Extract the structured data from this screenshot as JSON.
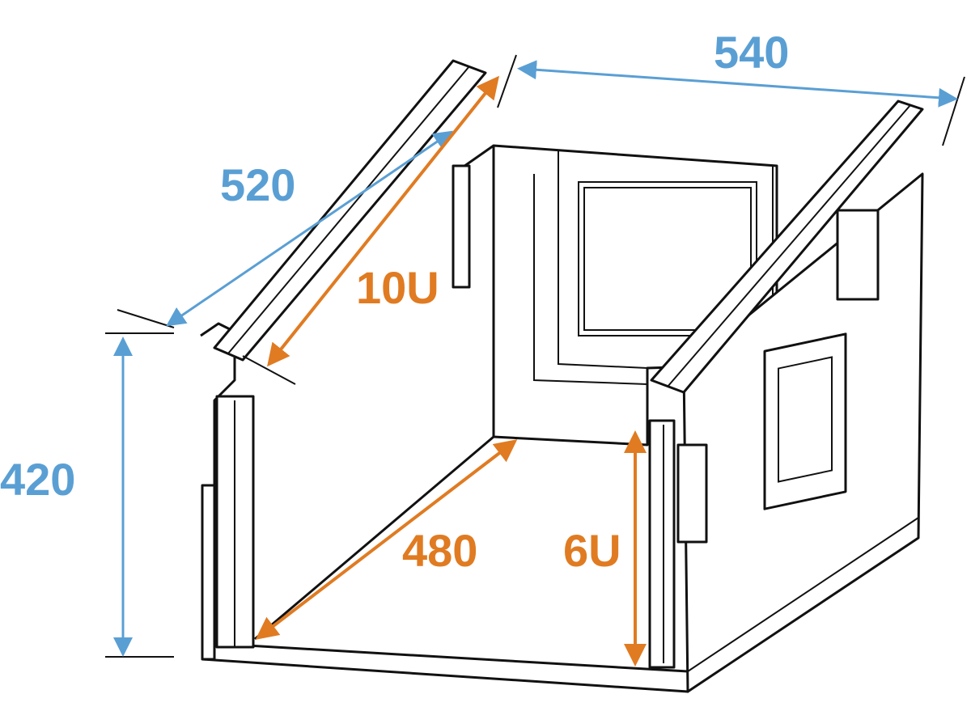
{
  "diagram": {
    "colors": {
      "dimension_outer": "#5a9fd4",
      "dimension_inner": "#e07b22",
      "outline": "#111111"
    },
    "dimensions": {
      "width": "540",
      "depth": "520",
      "height": "420",
      "inner_depth": "480",
      "top_rack_units": "10U",
      "front_rack_units": "6U"
    }
  }
}
